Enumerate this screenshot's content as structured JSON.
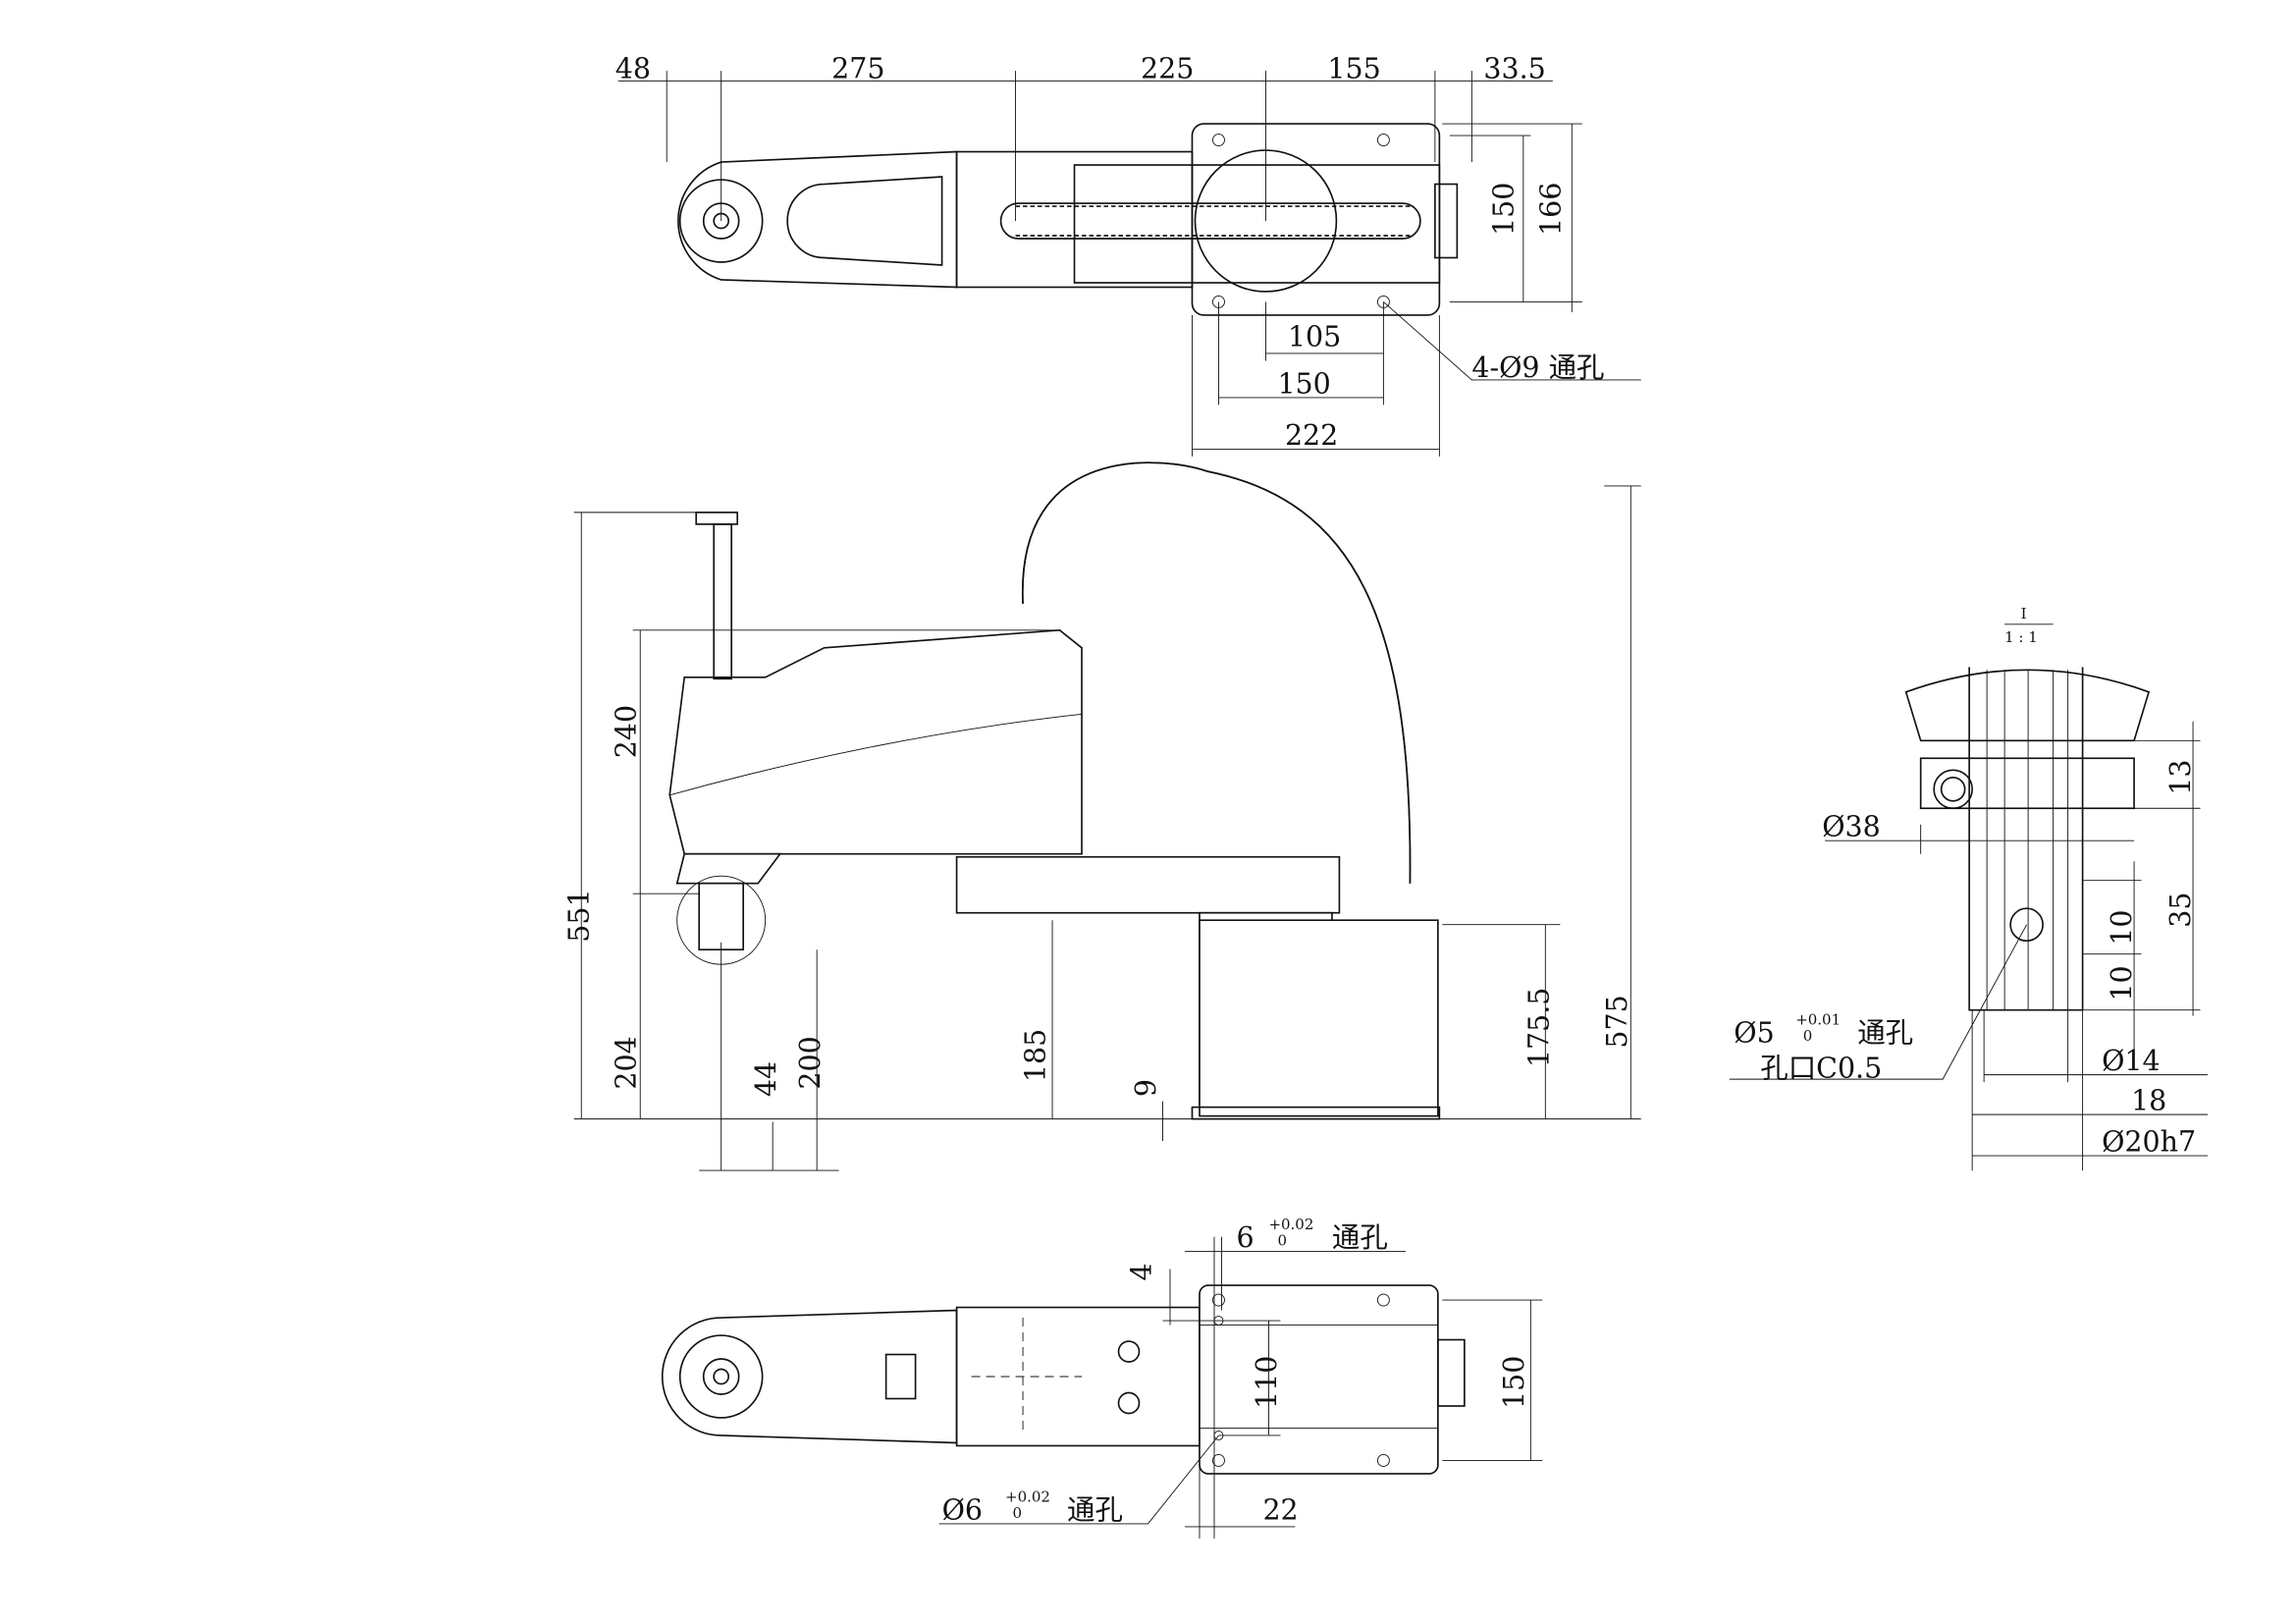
{
  "top_view": {
    "dims": {
      "d48": "48",
      "d275": "275",
      "d225": "225",
      "d155": "155",
      "d33_5": "33.5",
      "d150v": "150",
      "d166": "166",
      "d105": "105",
      "d150h": "150",
      "d222": "222"
    },
    "hole_note": "4-Ø9 通孔"
  },
  "side_view": {
    "dims": {
      "d551": "551",
      "d240": "240",
      "d204": "204",
      "d44": "44",
      "d200": "200",
      "d185": "185",
      "d9": "9",
      "d175_5": "175.5",
      "d575": "575"
    }
  },
  "detail": {
    "label": "I",
    "scale": "1 : 1",
    "dims": {
      "d13": "13",
      "d38": "Ø38",
      "d35": "35",
      "d10a": "10",
      "d10b": "10",
      "d14": "Ø14",
      "d18": "18",
      "d20": "Ø20h7"
    },
    "hole_note": {
      "dia": "Ø5",
      "tol_upper": "+0.01",
      "tol_lower": "0",
      "suffix": "通孔",
      "chamfer": "孔口C0.5"
    }
  },
  "bottom_view": {
    "dims": {
      "d4": "4",
      "d110": "110",
      "d150": "150",
      "d22": "22"
    },
    "hole_note_top": {
      "dia": "6",
      "tol_upper": "+0.02",
      "tol_lower": "0",
      "suffix": "通孔"
    },
    "hole_note_bottom": {
      "dia": "Ø6",
      "tol_upper": "+0.02",
      "tol_lower": "0",
      "suffix": "通孔"
    }
  }
}
